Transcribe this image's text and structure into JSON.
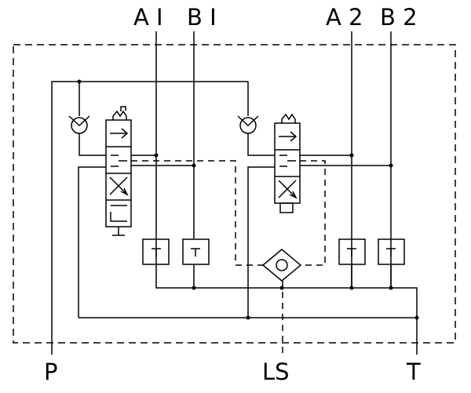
{
  "ports": {
    "a1": "A I",
    "b1": "B I",
    "a2": "A 2",
    "b2": "B 2",
    "p": "P",
    "ls": "LS",
    "t": "T"
  },
  "colors": {
    "line": "#000000",
    "background": "#ffffff"
  }
}
